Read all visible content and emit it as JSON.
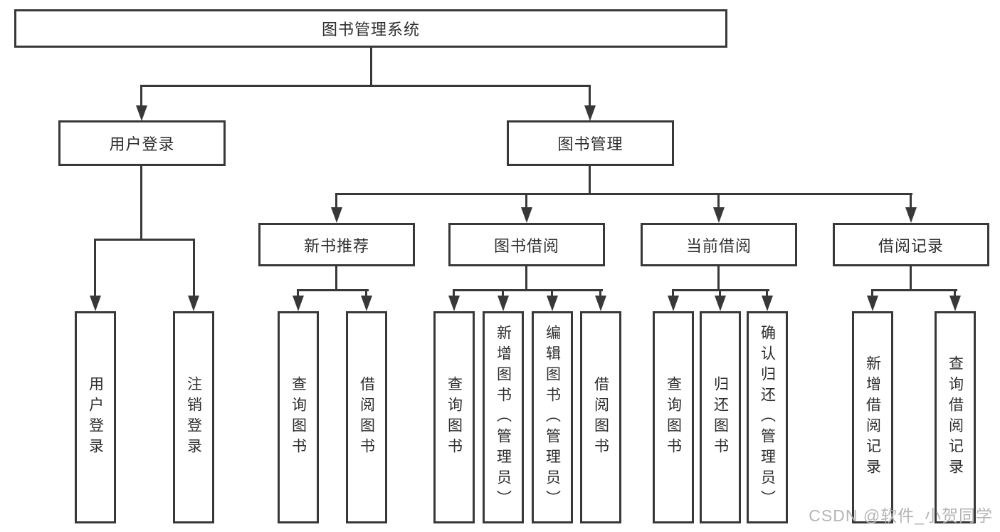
{
  "diagram": {
    "root": {
      "label": "图书管理系统"
    },
    "level2": [
      {
        "label": "用户登录"
      },
      {
        "label": "图书管理"
      }
    ],
    "level3": [
      {
        "label": "新书推荐"
      },
      {
        "label": "图书借阅"
      },
      {
        "label": "当前借阅"
      },
      {
        "label": "借阅记录"
      }
    ],
    "leaves": {
      "user_login": [
        "用户登录",
        "注销登录"
      ],
      "new_book": [
        "查询图书",
        "借阅图书"
      ],
      "book_borrow": [
        "查询图书",
        "新增图书（管理员）",
        "编辑图书（管理员）",
        "借阅图书"
      ],
      "current_borrow": [
        "查询图书",
        "归还图书",
        "确认归还（管理员）"
      ],
      "borrow_record": [
        "新增借阅记录",
        "查询借阅记录"
      ]
    },
    "watermark": "CSDN @软件_小贺同学",
    "colors": {
      "line": "#383838",
      "text": "#2e2e2e",
      "watermark": "#b5b5b5",
      "background": "#ffffff"
    }
  }
}
